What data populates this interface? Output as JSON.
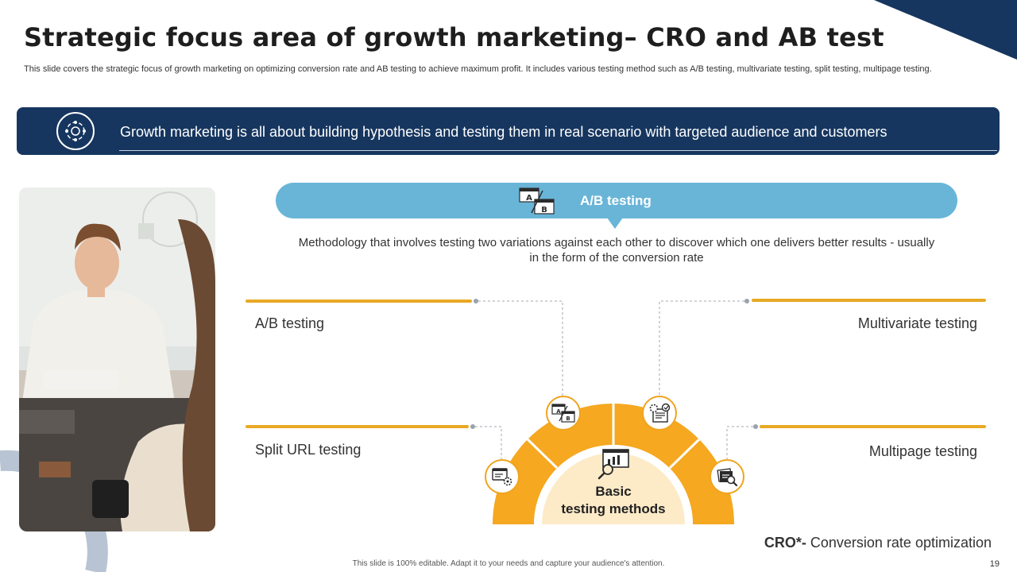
{
  "header": {
    "title": "Strategic focus area of growth marketing– CRO and AB test",
    "description": "This slide covers the strategic focus of growth marketing on optimizing conversion rate and AB testing to achieve maximum profit. It includes various testing method such as A/B testing, multivariate testing, split testing, multipage testing."
  },
  "banner": {
    "text": "Growth marketing is all about building hypothesis and testing them in real scenario with targeted audience and customers",
    "icon": "growth-cycle-icon"
  },
  "focus": {
    "label": "A/B testing",
    "icon": "ab-test-icon",
    "description": "Methodology that involves testing two variations against each other to discover which one delivers better results - usually in the form of the conversion rate"
  },
  "methods": {
    "ab": "A/B testing",
    "split": "Split URL testing",
    "multivariate": "Multivariate testing",
    "multipage": "Multipage testing"
  },
  "center": {
    "line1": "Basic",
    "line2": "testing methods",
    "icon": "presentation-search-icon"
  },
  "footer": {
    "cro_abbrev": "CRO*-",
    "cro_text": " Conversion rate optimization",
    "note": "This slide is 100% editable.  Adapt it to your needs and capture your audience's attention.",
    "page": "19"
  },
  "colors": {
    "navy": "#16365f",
    "sky": "#69b5d8",
    "amber": "#f5a820",
    "cream": "#fdebc8"
  }
}
